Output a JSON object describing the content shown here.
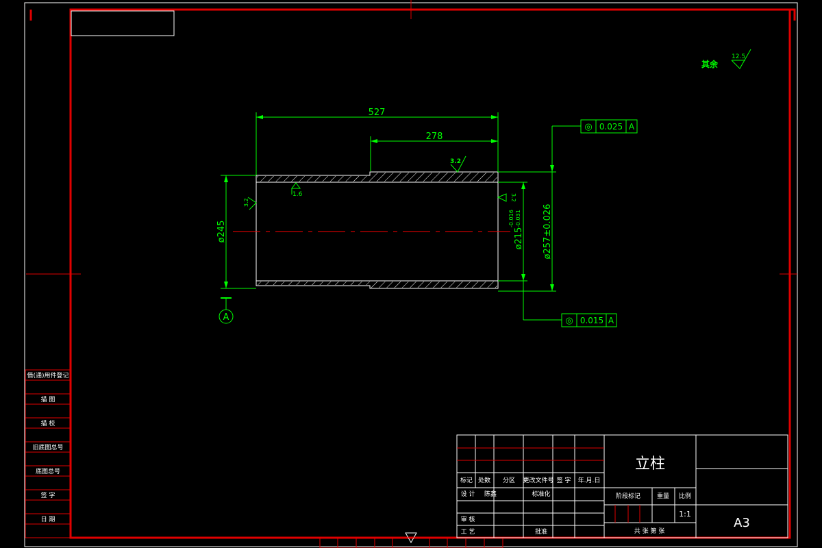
{
  "colors": {
    "background": "#000000",
    "frame": "#e00000",
    "border_white": "#ffffff",
    "geometry_green": "#00ff00",
    "centerline_red": "#ff0000",
    "text_white": "#ffffff"
  },
  "roughness": {
    "general_label": "其余",
    "general_value": "12.5",
    "outer_value": "3.2",
    "bore_value": "1.6",
    "left_face_value": "3.2",
    "right_face_value": "3.2"
  },
  "dimensions": {
    "overall_length": "527",
    "step_length": "278",
    "bore_diameter": "ø245",
    "inner_fit_diameter": "ø215",
    "inner_fit_upper_dev": "-0.016",
    "inner_fit_lower_dev": "-0.031",
    "outer_diameter": "ø257±0.026"
  },
  "tolerances": {
    "top_frame": {
      "symbol": "◎",
      "value": "0.025",
      "datum": "A"
    },
    "bottom_frame": {
      "symbol": "◎",
      "value": "0.015",
      "datum": "A"
    },
    "datum_label": "A"
  },
  "left_table": {
    "rows": [
      "借(通)用件登记",
      "描 图",
      "描 校",
      "旧底图总号",
      "底图总号",
      "签 字",
      "日 期"
    ]
  },
  "title_block": {
    "part_name": "立柱",
    "paper_size": "A3",
    "scale": "1:1",
    "header_labels": [
      "标记",
      "处数",
      "分区",
      "更改文件号",
      "签 字",
      "年.月.日"
    ],
    "row_design": "设 计",
    "row_design_std": "标准化",
    "row_check": "审 核",
    "row_process": "工 艺",
    "row_approve": "批准",
    "signature": "陈鑫",
    "stage_mark": "阶段标记",
    "weight": "重量",
    "scale_label": "比例",
    "sheet_info": "共   张   第   张"
  }
}
